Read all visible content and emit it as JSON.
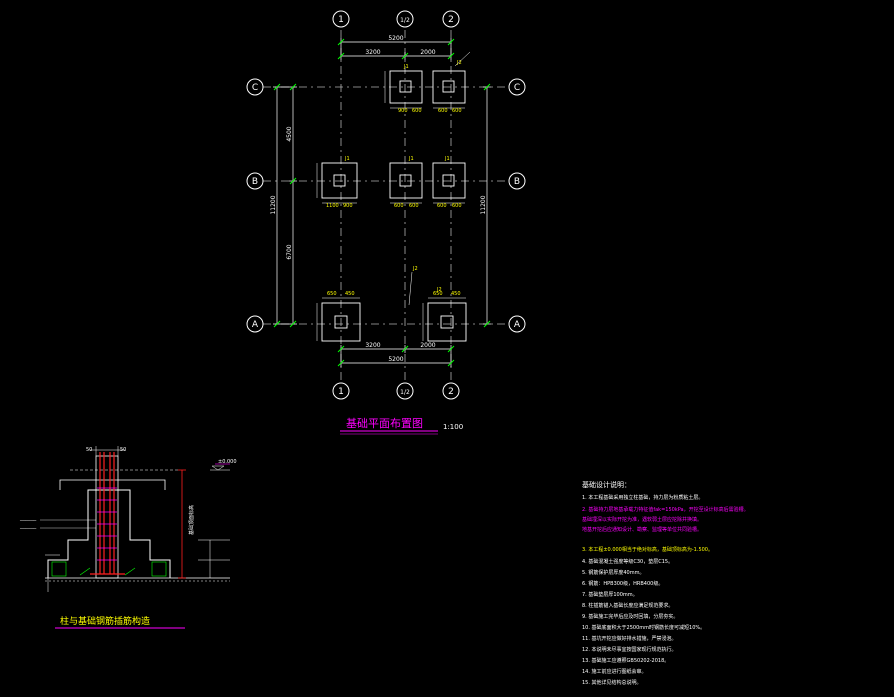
{
  "plan": {
    "title": "基础平面布置图",
    "scale": "1:100",
    "grid_cols": [
      "1",
      "1/2",
      "2"
    ],
    "grid_rows": [
      "C",
      "B",
      "A"
    ],
    "dims": {
      "top_total": "5200",
      "top_left": "3200",
      "top_right": "2000",
      "bot_total": "5200",
      "bot_left": "3200",
      "bot_right": "2000",
      "left_upper": "4500",
      "left_lower": "6700",
      "left_total": "11200",
      "right_total": "11200",
      "footing_a": "900",
      "footing_b": "600",
      "footing_c": "450",
      "footing_d": "650",
      "footing_e": "1100"
    },
    "labels": {
      "j1": "J1",
      "j2": "J2"
    }
  },
  "detail": {
    "title": "柱与基础钢筋插筋构造",
    "dim_50a": "50",
    "dim_50b": "50",
    "level": "±0.000",
    "note_side": "基础顶面标高"
  },
  "notes": {
    "title": "基础设计说明：",
    "items": [
      "1. 本工程基础采用独立柱基础，持力层为粉质粘土层。",
      "2. 基础持力层地基承载力特征值fak=150kPa，开挖至设计标高后需验槽。",
      "   基础埋深以实际开挖为准，遇软弱土层应挖除并换填。",
      "   地基开挖后应通知设计、勘察、监理等单位共同验槽。",
      "3. 本工程±0.000相当于绝对标高，基础顶标高为-1.500。",
      "4. 基础混凝土强度等级C30，垫层C15。",
      "5. 钢筋保护层厚度40mm。",
      "6. 钢筋：HPB300级，HRB400级。",
      "7. 基础垫层厚100mm。",
      "8. 柱插筋锚入基础长度应满足规范要求。",
      "9. 基础施工完毕后应及时回填，分层夯实。",
      "10. 基础底面积大于2500mm时钢筋长度可减短10%。",
      "11. 基坑开挖应做好排水措施，严禁浸泡。",
      "12. 本说明未尽事宜按国家现行规范执行。",
      "13. 基础施工应遵照GB50202-2018。",
      "14. 施工前应进行图纸会审。",
      "15. 其他详见结构总说明。"
    ]
  }
}
